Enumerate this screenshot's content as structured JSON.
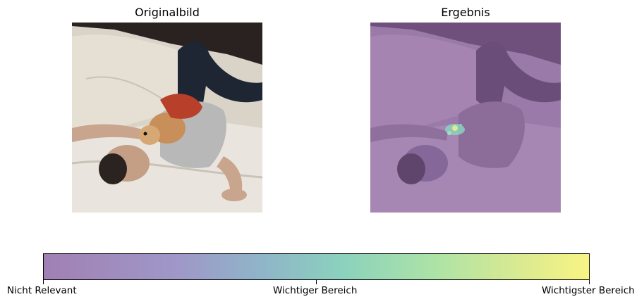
{
  "panels": {
    "left_title": "Originalbild",
    "right_title": "Ergebnis"
  },
  "colorbar": {
    "labels": [
      "Nicht Relevant",
      "Wichtiger Bereich",
      "Wichtigster Bereich"
    ],
    "colors": [
      "#a080b4",
      "#8bd2bd",
      "#f8f484"
    ]
  },
  "images": {
    "left": "photo of a man lying on a white bed with a small dog in a red sweater",
    "right": "same photo with purple overlay and small highlighted region"
  },
  "overlay_color": "#8a6a9c"
}
